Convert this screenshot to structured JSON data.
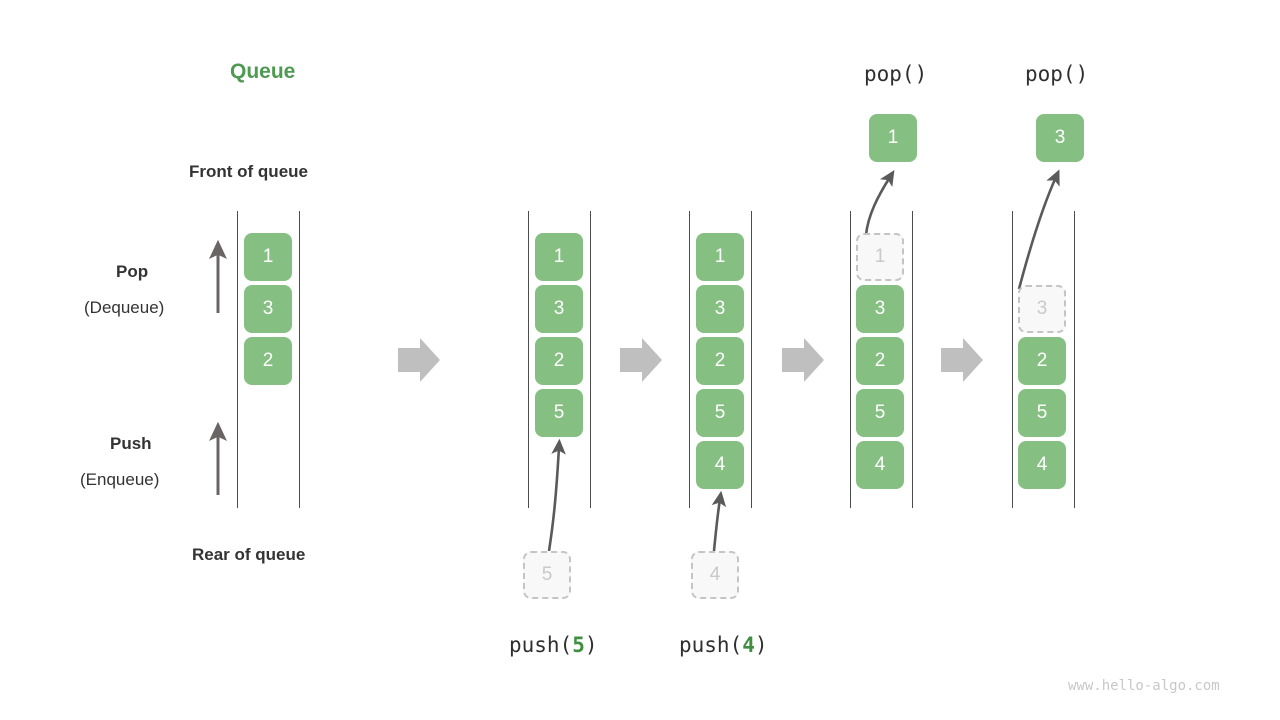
{
  "title": "Queue",
  "labels": {
    "front_of_queue": "Front of queue",
    "rear_of_queue": "Rear of queue",
    "pop": "Pop",
    "pop_alt": "(Dequeue)",
    "push": "Push",
    "push_alt": "(Enqueue)"
  },
  "watermark": "www.hello-algo.com",
  "colors": {
    "accent_green": "#4e9a51",
    "cell_green": "#85bf82",
    "ghost_border": "#c4c4c4",
    "ghost_text": "#c9c9c9",
    "wall": "#4d4d4d",
    "arrow_gray": "#bfbfbf",
    "curve_arrow": "#5a5a5a",
    "text_dark": "#333333",
    "watermark": "#c8c8c8"
  },
  "stages": [
    {
      "id": "initial",
      "caption": "",
      "op_label": "",
      "cells": [
        {
          "value": "1",
          "state": "solid"
        },
        {
          "value": "3",
          "state": "solid"
        },
        {
          "value": "2",
          "state": "solid"
        }
      ],
      "incoming": null,
      "outgoing": null
    },
    {
      "id": "after-push-5",
      "caption": "push(5)",
      "caption_fn": "push",
      "caption_arg": "5",
      "op_label": "",
      "cells": [
        {
          "value": "1",
          "state": "solid"
        },
        {
          "value": "3",
          "state": "solid"
        },
        {
          "value": "2",
          "state": "solid"
        },
        {
          "value": "5",
          "state": "solid"
        }
      ],
      "incoming": {
        "value": "5",
        "state": "ghost"
      },
      "outgoing": null
    },
    {
      "id": "after-push-4",
      "caption": "push(4)",
      "caption_fn": "push",
      "caption_arg": "4",
      "op_label": "",
      "cells": [
        {
          "value": "1",
          "state": "solid"
        },
        {
          "value": "3",
          "state": "solid"
        },
        {
          "value": "2",
          "state": "solid"
        },
        {
          "value": "5",
          "state": "solid"
        },
        {
          "value": "4",
          "state": "solid"
        }
      ],
      "incoming": {
        "value": "4",
        "state": "ghost"
      },
      "outgoing": null
    },
    {
      "id": "after-pop-1",
      "caption": "",
      "op_label": "pop()",
      "cells": [
        {
          "value": "1",
          "state": "ghost"
        },
        {
          "value": "3",
          "state": "solid"
        },
        {
          "value": "2",
          "state": "solid"
        },
        {
          "value": "5",
          "state": "solid"
        },
        {
          "value": "4",
          "state": "solid"
        }
      ],
      "incoming": null,
      "outgoing": {
        "value": "1",
        "state": "solid"
      }
    },
    {
      "id": "after-pop-3",
      "caption": "",
      "op_label": "pop()",
      "cells": [
        {
          "value": "",
          "state": "empty"
        },
        {
          "value": "3",
          "state": "ghost"
        },
        {
          "value": "2",
          "state": "solid"
        },
        {
          "value": "5",
          "state": "solid"
        },
        {
          "value": "4",
          "state": "solid"
        }
      ],
      "incoming": null,
      "outgoing": {
        "value": "3",
        "state": "solid"
      }
    }
  ],
  "transition_arrows": 4
}
